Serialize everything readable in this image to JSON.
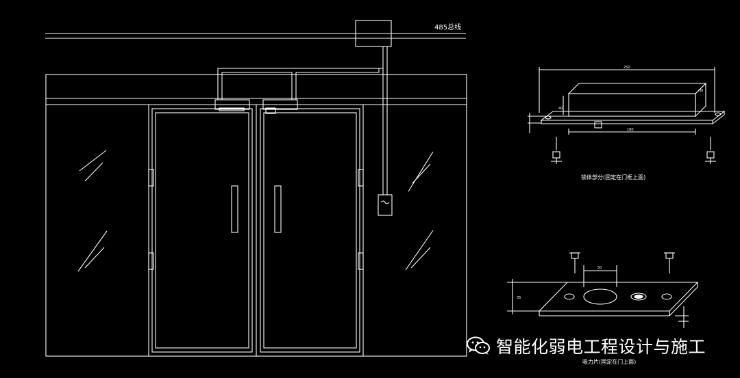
{
  "drawing": {
    "bus_label": "485总线",
    "lock_body_label": "锁体部分(固定在门框上面)",
    "armature_label": "吸力片(固定在门上面)",
    "dim_top_length": "250",
    "dim_body_length": "180",
    "dim_height": "40",
    "dim_width": "30",
    "dim_hole": "50",
    "dim_plate_height": "35"
  },
  "watermark": {
    "text": "智能化弱电工程设计与施工",
    "icon": "wechat-icon"
  },
  "colors": {
    "background": "#000000",
    "line": "#ffffff"
  }
}
